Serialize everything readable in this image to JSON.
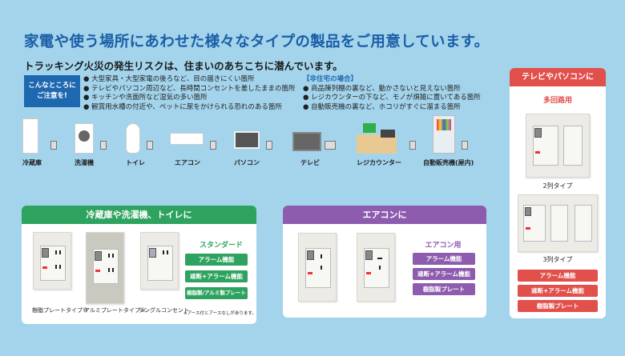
{
  "title": "家電や使う場所にあわせた様々なタイプの製品をご用意しています。",
  "subtitle": "トラッキング火災の発生リスクは、住まいのあちこちに潜んでいます。",
  "notice": {
    "line1": "こんなところに",
    "line2": "ご注意を!"
  },
  "residential": [
    "大型家具・大型家電の後ろなど、目の届きにくい箇所",
    "テレビやパソコン周辺など、長時間コンセントを差したままの箇所",
    "キッチンや洗面所など湿気の多い箇所",
    "観賞用水槽の付近や、ペットに尿をかけられる恐れのある箇所"
  ],
  "non_residential": {
    "heading": "【非住宅の場合】",
    "items": [
      "商品陳列棚の裏など、動かさないと見えない箇所",
      "レジカウンターの下など、モノが煩雑に置いてある箇所",
      "自動販売機の裏など、ホコリがすぐに溜まる箇所"
    ]
  },
  "devices": [
    "冷蔵庫",
    "洗濯機",
    "トイレ",
    "エアコン",
    "パソコン",
    "テレビ",
    "レジカウンター",
    "自動販売機(屋内)"
  ],
  "green": {
    "header": "冷蔵庫や洗濯機、トイレに",
    "products": [
      "樹脂プレートタイプ®",
      "アルミプレートタイプ®",
      "シングルコンセント"
    ],
    "heading": "スタンダード",
    "tags": [
      "アラーム機能",
      "遮断+アラーム機能",
      "樹脂製/アルミ製プレート"
    ],
    "note": "※アース付とアースなしがあります。",
    "color": "#2ea35f"
  },
  "purple": {
    "header": "エアコンに",
    "heading": "エアコン用",
    "tags": [
      "アラーム機能",
      "遮断+アラーム機能",
      "樹脂製プレート"
    ],
    "color": "#8d5cae"
  },
  "red": {
    "header": "テレビやパソコンに",
    "heading": "多回路用",
    "types": [
      "2列タイプ",
      "3列タイプ"
    ],
    "tags": [
      "アラーム機能",
      "遮断+アラーム機能",
      "樹脂製プレート"
    ],
    "color": "#e2504c"
  }
}
